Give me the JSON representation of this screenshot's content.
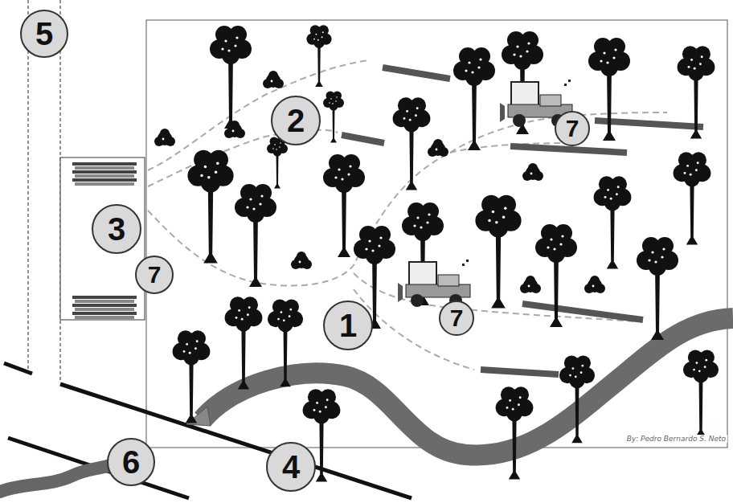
{
  "diagram": {
    "nodes": [
      {
        "text": [
          "5"
        ]
      },
      {
        "text": [
          "2"
        ]
      },
      {
        "text": [
          "7"
        ]
      },
      {
        "text": [
          "3"
        ]
      },
      {
        "text": [
          "7"
        ]
      },
      {
        "text": [
          "7"
        ]
      },
      {
        "text": [
          "1"
        ]
      },
      {
        "text": [
          "6"
        ]
      },
      {
        "text": [
          "4"
        ]
      }
    ],
    "labels": [
      "By: Pedro Bernardo S. Neto"
    ]
  }
}
